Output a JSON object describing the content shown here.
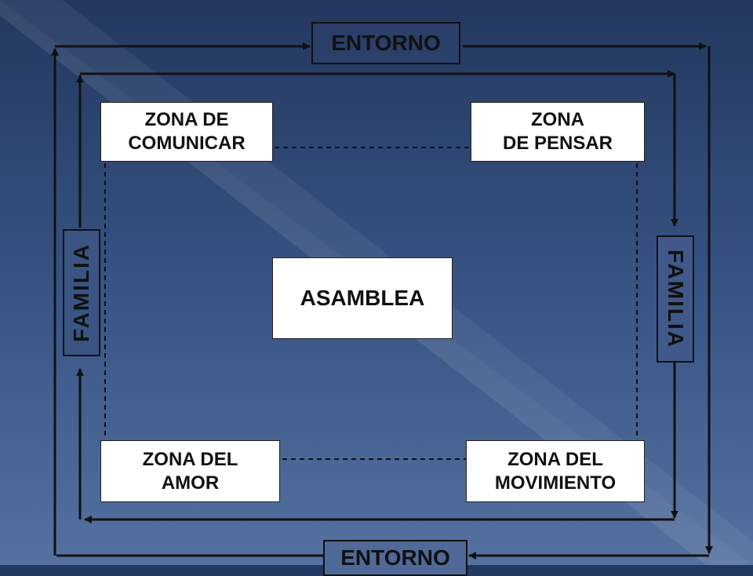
{
  "labels": {
    "top": "ENTORNO",
    "bottom": "ENTORNO",
    "left": "FAMILIA",
    "right": "FAMILIA"
  },
  "zones": {
    "comunicar": [
      "ZONA DE",
      "COMUNICAR"
    ],
    "pensar": [
      "ZONA",
      "DE PENSAR"
    ],
    "amor": [
      "ZONA DEL",
      "AMOR"
    ],
    "movimiento": [
      "ZONA DEL",
      "MOVIMIENTO"
    ]
  },
  "center": "ASAMBLEA",
  "colors": {
    "background": "#2f4a78",
    "line": "#111111",
    "box": "#ffffff"
  }
}
